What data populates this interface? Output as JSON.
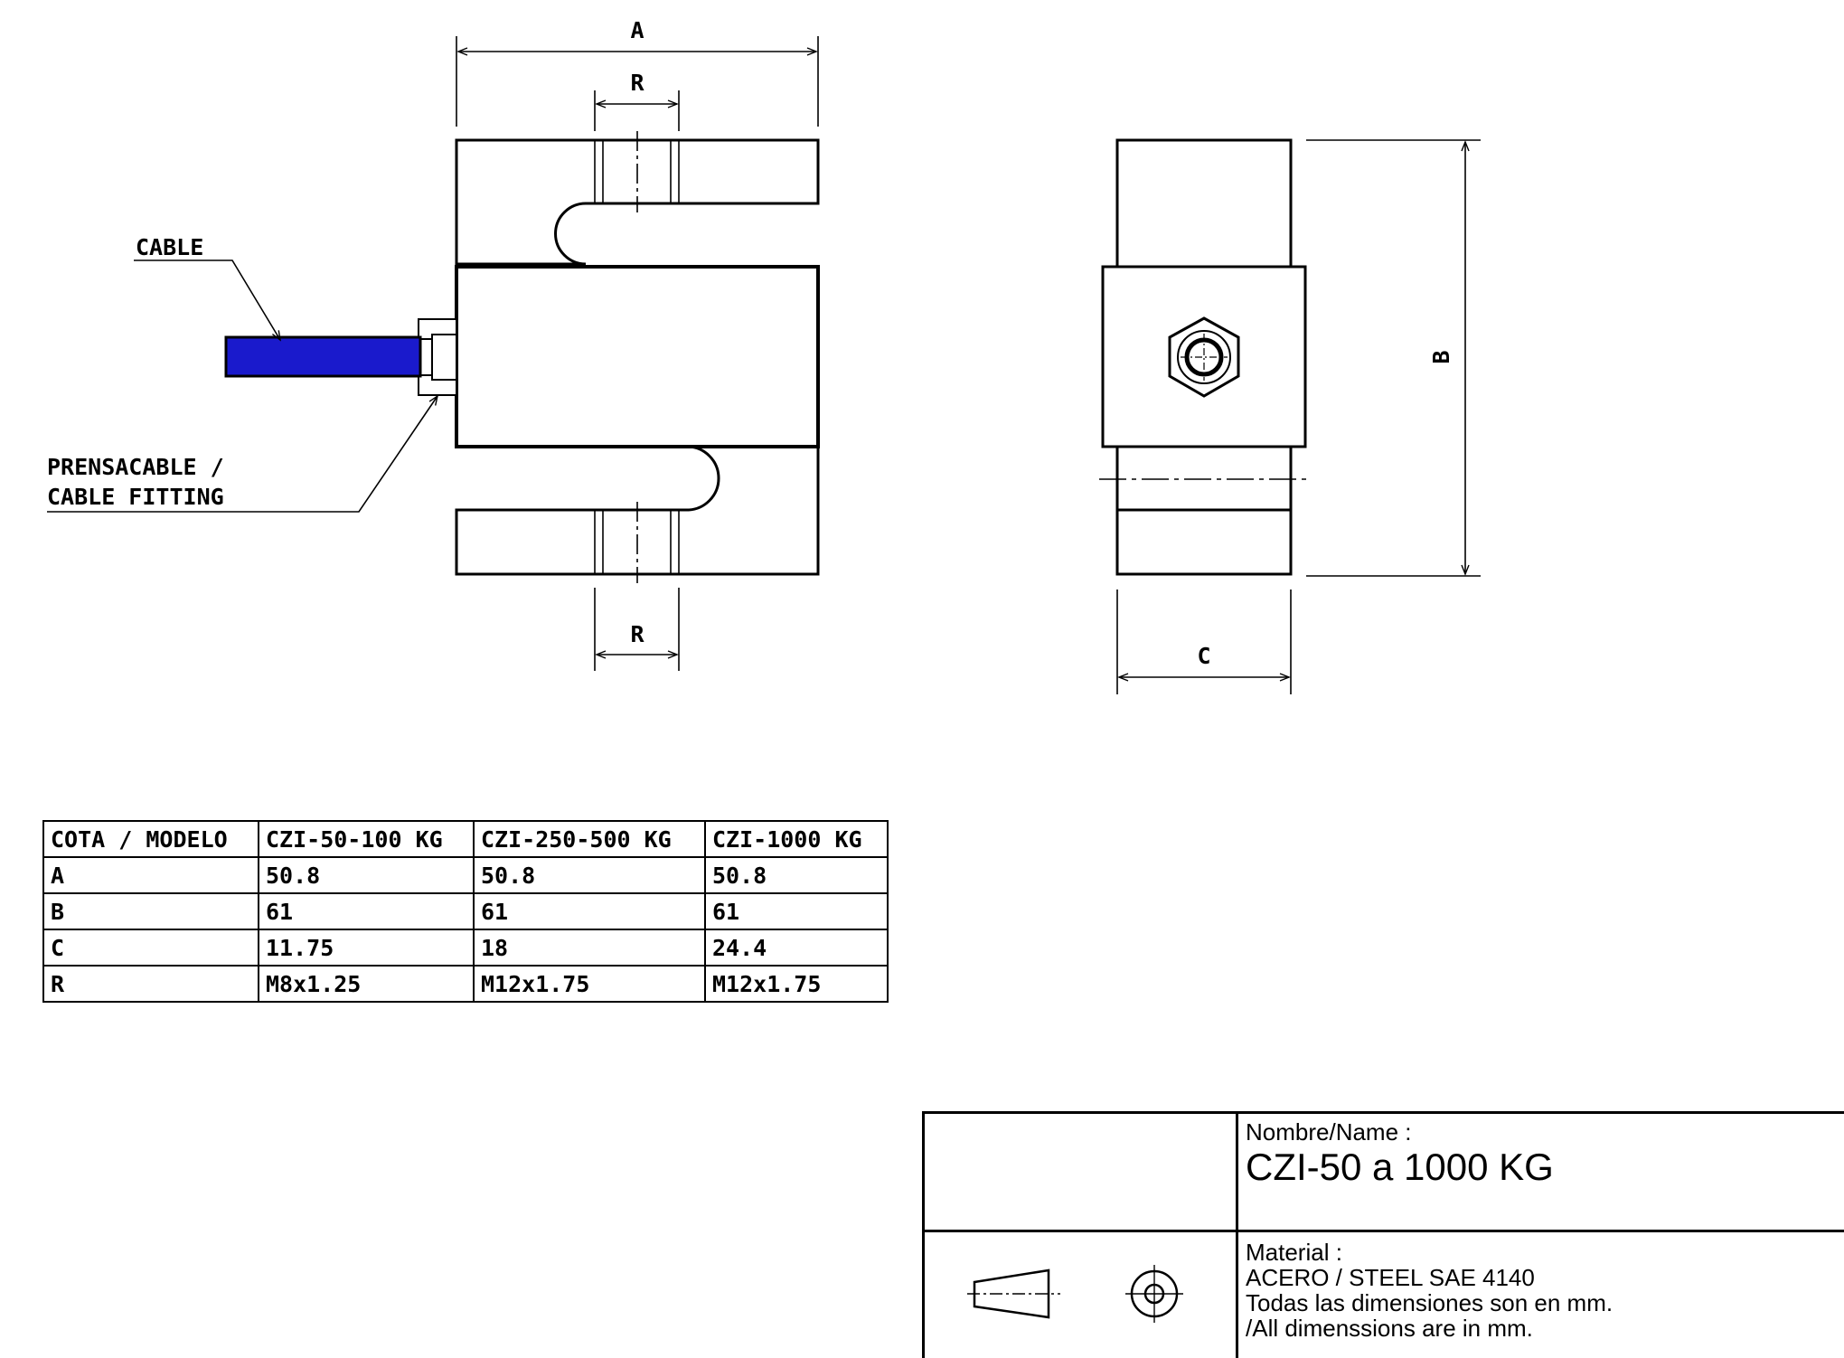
{
  "drawing": {
    "front_view": {
      "dim_a": "A",
      "dim_r_top": "R",
      "dim_r_bottom": "R",
      "cable_label": "CABLE",
      "fitting_label_line1": "PRENSACABLE /",
      "fitting_label_line2": "CABLE FITTING"
    },
    "side_view": {
      "dim_b": "B",
      "dim_c": "C"
    },
    "colors": {
      "cable": "#1a1acc",
      "lines": "#000000"
    }
  },
  "dimension_table": {
    "headers": [
      "COTA / MODELO",
      "CZI-50-100 KG",
      "CZI-250-500 KG",
      "CZI-1000 KG"
    ],
    "rows": [
      [
        "A",
        "50.8",
        "50.8",
        "50.8"
      ],
      [
        "B",
        "61",
        "61",
        "61"
      ],
      [
        "C",
        "11.75",
        "18",
        "24.4"
      ],
      [
        "R",
        "M8x1.25",
        "M12x1.75",
        "M12x1.75"
      ]
    ]
  },
  "title_block": {
    "name_label": "Nombre/Name :",
    "name_value": "CZI-50 a 1000 KG",
    "material_label": "Material :",
    "material_value": "ACERO / STEEL SAE 4140",
    "note_es": "Todas las dimensiones son en mm.",
    "note_en": "/All dimenssions are in mm.",
    "projection_symbol": "first-angle-projection-icon"
  }
}
